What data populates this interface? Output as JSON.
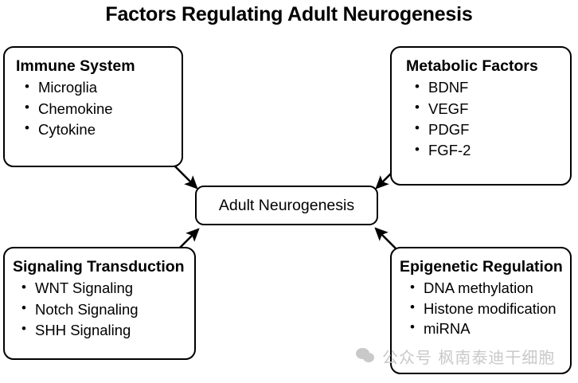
{
  "title": "Factors Regulating Adult Neurogenesis",
  "center": {
    "label": "Adult Neurogenesis"
  },
  "nodes": [
    {
      "id": "immune",
      "title": "Immune System",
      "items": [
        "Microglia",
        "Chemokine",
        "Cytokine"
      ]
    },
    {
      "id": "metabolic",
      "title": "Metabolic Factors",
      "items": [
        "BDNF",
        "VEGF",
        "PDGF",
        "FGF-2"
      ]
    },
    {
      "id": "signaling",
      "title": "Signaling Transduction",
      "items": [
        "WNT Signaling",
        "Notch Signaling",
        "SHH Signaling"
      ]
    },
    {
      "id": "epigenetic",
      "title": "Epigenetic Regulation",
      "items": [
        "DNA methylation",
        "Histone modification",
        "miRNA"
      ]
    }
  ],
  "watermark": {
    "logo": "wechat-logo",
    "text": "公众号 枫南泰迪干细胞"
  },
  "colors": {
    "background": "#ffffff",
    "stroke": "#000000",
    "text": "#000000",
    "watermark": "#c9c9c9"
  }
}
